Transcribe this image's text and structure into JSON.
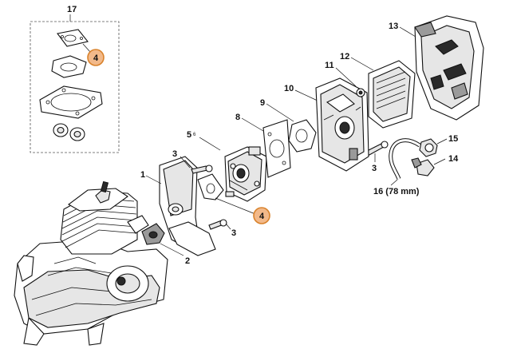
{
  "diagram": {
    "labels": {
      "p1": "1",
      "p2": "2",
      "p3a": "3",
      "p3b": "3",
      "p3c": "3",
      "p4a": "4",
      "p4b": "4",
      "p5": "5",
      "p6": "6",
      "p8": "8",
      "p9": "9",
      "p10": "10",
      "p11": "11",
      "p12": "12",
      "p13": "13",
      "p14": "14",
      "p15": "15",
      "p16": "16 (78 mm)",
      "p17": "17"
    },
    "callout_color": "#f2b98a",
    "callout_stroke": "#d9822b"
  }
}
